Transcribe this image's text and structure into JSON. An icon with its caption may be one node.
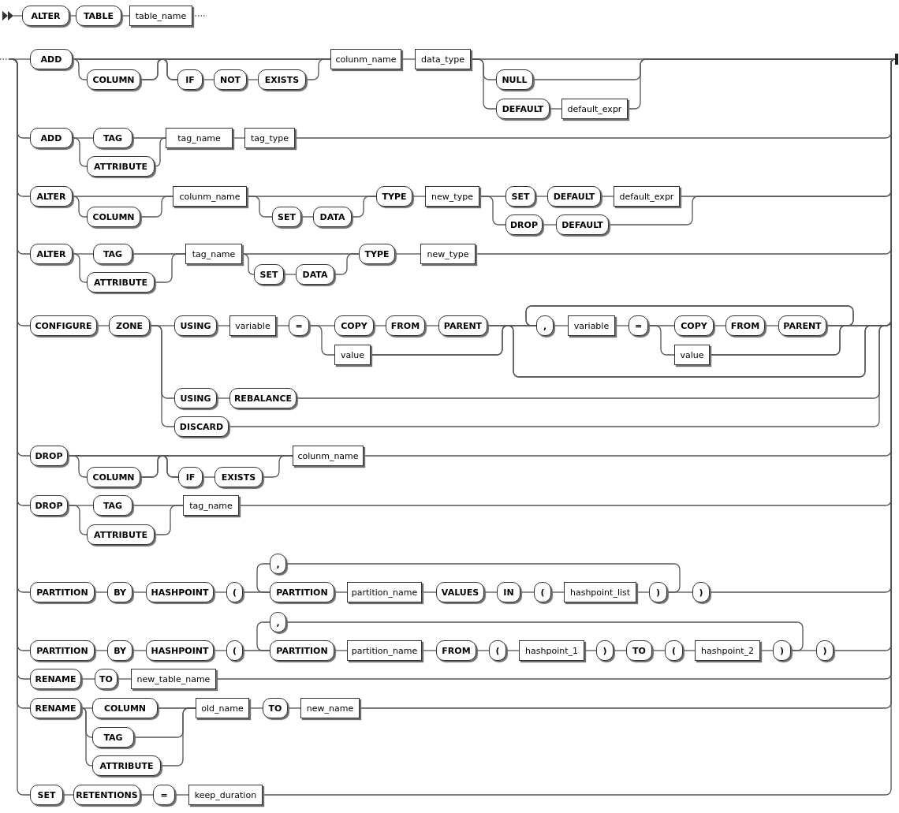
{
  "diagram": {
    "nodes": [
      {
        "text": [],
        "shape": "triangle"
      },
      {
        "text": [
          "ALTER"
        ]
      },
      {
        "text": [
          "TABLE"
        ]
      },
      {
        "text": [
          "table_name"
        ]
      },
      {
        "text": [
          "ADD"
        ]
      },
      {
        "text": [
          "COLUMN"
        ]
      },
      {
        "text": [
          "IF"
        ]
      },
      {
        "text": [
          "NOT"
        ]
      },
      {
        "text": [
          "EXISTS"
        ]
      },
      {
        "text": [
          "colunm_name"
        ]
      },
      {
        "text": [
          "data_type"
        ]
      },
      {
        "text": [
          "NULL"
        ]
      },
      {
        "text": [
          "DEFAULT"
        ]
      },
      {
        "text": [
          "default_expr"
        ]
      },
      {
        "text": [],
        "shape": "bar"
      },
      {
        "text": [
          "ADD"
        ]
      },
      {
        "text": [
          "TAG"
        ]
      },
      {
        "text": [
          "ATTRIBUTE"
        ]
      },
      {
        "text": [
          "tag_name"
        ]
      },
      {
        "text": [
          "tag_type"
        ]
      },
      {
        "text": [
          "ALTER"
        ]
      },
      {
        "text": [
          "COLUMN"
        ]
      },
      {
        "text": [
          "colunm_name"
        ]
      },
      {
        "text": [
          "SET"
        ]
      },
      {
        "text": [
          "DATA"
        ]
      },
      {
        "text": [
          "TYPE"
        ]
      },
      {
        "text": [
          "new_type"
        ]
      },
      {
        "text": [
          "SET"
        ]
      },
      {
        "text": [
          "DEFAULT"
        ]
      },
      {
        "text": [
          "default_expr"
        ]
      },
      {
        "text": [
          "DROP"
        ]
      },
      {
        "text": [
          "DEFAULT"
        ]
      },
      {
        "text": [
          "ALTER"
        ]
      },
      {
        "text": [
          "TAG"
        ]
      },
      {
        "text": [
          "ATTRIBUTE"
        ]
      },
      {
        "text": [
          "tag_name"
        ]
      },
      {
        "text": [
          "SET"
        ]
      },
      {
        "text": [
          "DATA"
        ]
      },
      {
        "text": [
          "TYPE"
        ]
      },
      {
        "text": [
          "new_type"
        ]
      },
      {
        "text": [
          "CONFIGURE"
        ]
      },
      {
        "text": [
          "ZONE"
        ]
      },
      {
        "text": [
          "USING"
        ]
      },
      {
        "text": [
          "variable"
        ]
      },
      {
        "text": [
          "="
        ]
      },
      {
        "text": [
          "COPY"
        ]
      },
      {
        "text": [
          "FROM"
        ]
      },
      {
        "text": [
          "PARENT"
        ]
      },
      {
        "text": [
          "value"
        ]
      },
      {
        "text": [
          ","
        ]
      },
      {
        "text": [
          "variable"
        ]
      },
      {
        "text": [
          "="
        ]
      },
      {
        "text": [
          "COPY"
        ]
      },
      {
        "text": [
          "FROM"
        ]
      },
      {
        "text": [
          "PARENT"
        ]
      },
      {
        "text": [
          "value"
        ]
      },
      {
        "text": [
          "USING"
        ]
      },
      {
        "text": [
          "REBALANCE"
        ]
      },
      {
        "text": [
          "DISCARD"
        ]
      },
      {
        "text": [
          "DROP"
        ]
      },
      {
        "text": [
          "COLUMN"
        ]
      },
      {
        "text": [
          "IF"
        ]
      },
      {
        "text": [
          "EXISTS"
        ]
      },
      {
        "text": [
          "colunm_name"
        ]
      },
      {
        "text": [
          "DROP"
        ]
      },
      {
        "text": [
          "TAG"
        ]
      },
      {
        "text": [
          "ATTRIBUTE"
        ]
      },
      {
        "text": [
          "tag_name"
        ]
      },
      {
        "text": [
          "PARTITION"
        ]
      },
      {
        "text": [
          "BY"
        ]
      },
      {
        "text": [
          "HASHPOINT"
        ]
      },
      {
        "text": [
          "("
        ]
      },
      {
        "text": [
          ","
        ]
      },
      {
        "text": [
          "PARTITION"
        ]
      },
      {
        "text": [
          "partition_name"
        ]
      },
      {
        "text": [
          "VALUES"
        ]
      },
      {
        "text": [
          "IN"
        ]
      },
      {
        "text": [
          "("
        ]
      },
      {
        "text": [
          "hashpoint_list"
        ]
      },
      {
        "text": [
          ")"
        ]
      },
      {
        "text": [
          ")"
        ]
      },
      {
        "text": [
          "PARTITION"
        ]
      },
      {
        "text": [
          "BY"
        ]
      },
      {
        "text": [
          "HASHPOINT"
        ]
      },
      {
        "text": [
          "("
        ]
      },
      {
        "text": [
          ","
        ]
      },
      {
        "text": [
          "PARTITION"
        ]
      },
      {
        "text": [
          "partition_name"
        ]
      },
      {
        "text": [
          "FROM"
        ]
      },
      {
        "text": [
          "("
        ]
      },
      {
        "text": [
          "hashpoint_1"
        ]
      },
      {
        "text": [
          ")"
        ]
      },
      {
        "text": [
          "TO"
        ]
      },
      {
        "text": [
          "("
        ]
      },
      {
        "text": [
          "hashpoint_2"
        ]
      },
      {
        "text": [
          ")"
        ]
      },
      {
        "text": [
          ")"
        ]
      },
      {
        "text": [
          "RENAME"
        ]
      },
      {
        "text": [
          "TO"
        ]
      },
      {
        "text": [
          "new_table_name"
        ]
      },
      {
        "text": [
          "RENAME"
        ]
      },
      {
        "text": [
          "COLUMN"
        ]
      },
      {
        "text": [
          "TAG"
        ]
      },
      {
        "text": [
          "ATTRIBUTE"
        ]
      },
      {
        "text": [
          "old_name"
        ]
      },
      {
        "text": [
          "TO"
        ]
      },
      {
        "text": [
          "new_name"
        ]
      },
      {
        "text": [
          "SET"
        ]
      },
      {
        "text": [
          "RETENTIONS"
        ]
      },
      {
        "text": [
          "="
        ]
      },
      {
        "text": [
          "keep_duration"
        ]
      }
    ],
    "edges": [
      {
        "from": 0,
        "to": 1,
        "arrow": "none"
      },
      {
        "from": 1,
        "to": 2,
        "arrow": "none"
      },
      {
        "from": 2,
        "to": 3,
        "arrow": "none"
      },
      {
        "from": 3,
        "to": null,
        "arrow": "none",
        "style": "dashed"
      },
      {
        "from": null,
        "to": 4,
        "arrow": "none"
      },
      {
        "from": null,
        "to": 15,
        "arrow": "none"
      },
      {
        "from": null,
        "to": 20,
        "arrow": "none"
      },
      {
        "from": null,
        "to": 32,
        "arrow": "none"
      },
      {
        "from": null,
        "to": 40,
        "arrow": "none"
      },
      {
        "from": null,
        "to": 59,
        "arrow": "none"
      },
      {
        "from": null,
        "to": 64,
        "arrow": "none"
      },
      {
        "from": null,
        "to": 68,
        "arrow": "none"
      },
      {
        "from": null,
        "to": 81,
        "arrow": "none"
      },
      {
        "from": null,
        "to": 97,
        "arrow": "none"
      },
      {
        "from": null,
        "to": 100,
        "arrow": "none"
      },
      {
        "from": null,
        "to": 107,
        "arrow": "none"
      },
      {
        "from": 4,
        "to": 5,
        "arrow": "none"
      },
      {
        "from": 4,
        "to": 6,
        "arrow": "none"
      },
      {
        "from": 4,
        "to": 9,
        "arrow": "none"
      },
      {
        "from": 5,
        "to": 6,
        "arrow": "none"
      },
      {
        "from": 5,
        "to": 9,
        "arrow": "none"
      },
      {
        "from": 6,
        "to": 7,
        "arrow": "none"
      },
      {
        "from": 7,
        "to": 8,
        "arrow": "none"
      },
      {
        "from": 8,
        "to": 9,
        "arrow": "none"
      },
      {
        "from": 9,
        "to": 10,
        "arrow": "none"
      },
      {
        "from": 10,
        "to": 11,
        "arrow": "none"
      },
      {
        "from": 10,
        "to": 12,
        "arrow": "none"
      },
      {
        "from": 10,
        "to": 14,
        "arrow": "none"
      },
      {
        "from": 11,
        "to": 14,
        "arrow": "none"
      },
      {
        "from": 12,
        "to": 13,
        "arrow": "none"
      },
      {
        "from": 13,
        "to": 14,
        "arrow": "none"
      },
      {
        "from": 15,
        "to": 16,
        "arrow": "none"
      },
      {
        "from": 15,
        "to": 17,
        "arrow": "none"
      },
      {
        "from": 16,
        "to": 18,
        "arrow": "none"
      },
      {
        "from": 17,
        "to": 18,
        "arrow": "none"
      },
      {
        "from": 18,
        "to": 19,
        "arrow": "none"
      },
      {
        "from": 19,
        "to": 14,
        "arrow": "none"
      },
      {
        "from": 20,
        "to": 21,
        "arrow": "none"
      },
      {
        "from": 20,
        "to": 22,
        "arrow": "none"
      },
      {
        "from": 21,
        "to": 22,
        "arrow": "none"
      },
      {
        "from": 22,
        "to": 23,
        "arrow": "none"
      },
      {
        "from": 22,
        "to": 25,
        "arrow": "none"
      },
      {
        "from": 23,
        "to": 24,
        "arrow": "none"
      },
      {
        "from": 24,
        "to": 25,
        "arrow": "none"
      },
      {
        "from": 25,
        "to": 26,
        "arrow": "none"
      },
      {
        "from": 26,
        "to": 27,
        "arrow": "none"
      },
      {
        "from": 26,
        "to": 30,
        "arrow": "none"
      },
      {
        "from": 27,
        "to": 28,
        "arrow": "none"
      },
      {
        "from": 28,
        "to": 29,
        "arrow": "none"
      },
      {
        "from": 29,
        "to": 14,
        "arrow": "none"
      },
      {
        "from": 30,
        "to": 31,
        "arrow": "none"
      },
      {
        "from": 31,
        "to": 14,
        "arrow": "none"
      },
      {
        "from": 32,
        "to": 33,
        "arrow": "none"
      },
      {
        "from": 32,
        "to": 34,
        "arrow": "none"
      },
      {
        "from": 33,
        "to": 35,
        "arrow": "none"
      },
      {
        "from": 34,
        "to": 35,
        "arrow": "none"
      },
      {
        "from": 35,
        "to": 36,
        "arrow": "none"
      },
      {
        "from": 35,
        "to": 38,
        "arrow": "none"
      },
      {
        "from": 36,
        "to": 37,
        "arrow": "none"
      },
      {
        "from": 37,
        "to": 38,
        "arrow": "none"
      },
      {
        "from": 38,
        "to": 39,
        "arrow": "none"
      },
      {
        "from": 39,
        "to": 14,
        "arrow": "none"
      },
      {
        "from": 40,
        "to": 41,
        "arrow": "none"
      },
      {
        "from": 41,
        "to": 42,
        "arrow": "none"
      },
      {
        "from": 41,
        "to": 56,
        "arrow": "none"
      },
      {
        "from": 41,
        "to": 58,
        "arrow": "none"
      },
      {
        "from": 42,
        "to": 43,
        "arrow": "none"
      },
      {
        "from": 43,
        "to": 44,
        "arrow": "none"
      },
      {
        "from": 44,
        "to": 45,
        "arrow": "none"
      },
      {
        "from": 44,
        "to": 48,
        "arrow": "none"
      },
      {
        "from": 45,
        "to": 46,
        "arrow": "none"
      },
      {
        "from": 46,
        "to": 47,
        "arrow": "none"
      },
      {
        "from": 47,
        "to": 49,
        "arrow": "none"
      },
      {
        "from": 47,
        "to": 14,
        "arrow": "none"
      },
      {
        "from": 48,
        "to": 49,
        "arrow": "none"
      },
      {
        "from": 48,
        "to": 14,
        "arrow": "none"
      },
      {
        "from": 49,
        "to": 50,
        "arrow": "none"
      },
      {
        "from": 50,
        "to": 51,
        "arrow": "none"
      },
      {
        "from": 51,
        "to": 52,
        "arrow": "none"
      },
      {
        "from": 51,
        "to": 55,
        "arrow": "none"
      },
      {
        "from": 52,
        "to": 53,
        "arrow": "none"
      },
      {
        "from": 53,
        "to": 54,
        "arrow": "none"
      },
      {
        "from": 54,
        "to": 49,
        "arrow": "none"
      },
      {
        "from": 54,
        "to": 14,
        "arrow": "none"
      },
      {
        "from": 55,
        "to": 49,
        "arrow": "none"
      },
      {
        "from": 55,
        "to": 14,
        "arrow": "none"
      },
      {
        "from": 56,
        "to": 57,
        "arrow": "none"
      },
      {
        "from": 57,
        "to": 14,
        "arrow": "none"
      },
      {
        "from": 58,
        "to": 14,
        "arrow": "none"
      },
      {
        "from": 59,
        "to": 60,
        "arrow": "none"
      },
      {
        "from": 59,
        "to": 61,
        "arrow": "none"
      },
      {
        "from": 59,
        "to": 63,
        "arrow": "none"
      },
      {
        "from": 60,
        "to": 61,
        "arrow": "none"
      },
      {
        "from": 60,
        "to": 63,
        "arrow": "none"
      },
      {
        "from": 61,
        "to": 62,
        "arrow": "none"
      },
      {
        "from": 62,
        "to": 63,
        "arrow": "none"
      },
      {
        "from": 63,
        "to": 14,
        "arrow": "none"
      },
      {
        "from": 64,
        "to": 65,
        "arrow": "none"
      },
      {
        "from": 64,
        "to": 66,
        "arrow": "none"
      },
      {
        "from": 65,
        "to": 67,
        "arrow": "none"
      },
      {
        "from": 66,
        "to": 67,
        "arrow": "none"
      },
      {
        "from": 67,
        "to": 14,
        "arrow": "none"
      },
      {
        "from": 68,
        "to": 69,
        "arrow": "none"
      },
      {
        "from": 69,
        "to": 70,
        "arrow": "none"
      },
      {
        "from": 70,
        "to": 71,
        "arrow": "none"
      },
      {
        "from": 71,
        "to": 73,
        "arrow": "none"
      },
      {
        "from": 73,
        "to": 74,
        "arrow": "none"
      },
      {
        "from": 74,
        "to": 75,
        "arrow": "none"
      },
      {
        "from": 75,
        "to": 76,
        "arrow": "none"
      },
      {
        "from": 76,
        "to": 77,
        "arrow": "none"
      },
      {
        "from": 77,
        "to": 78,
        "arrow": "none"
      },
      {
        "from": 78,
        "to": 79,
        "arrow": "none"
      },
      {
        "from": 79,
        "to": 80,
        "arrow": "none"
      },
      {
        "from": 79,
        "to": 72,
        "arrow": "none"
      },
      {
        "from": 72,
        "to": 73,
        "arrow": "none"
      },
      {
        "from": 80,
        "to": 14,
        "arrow": "none"
      },
      {
        "from": 81,
        "to": 82,
        "arrow": "none"
      },
      {
        "from": 82,
        "to": 83,
        "arrow": "none"
      },
      {
        "from": 83,
        "to": 84,
        "arrow": "none"
      },
      {
        "from": 84,
        "to": 86,
        "arrow": "none"
      },
      {
        "from": 86,
        "to": 87,
        "arrow": "none"
      },
      {
        "from": 87,
        "to": 88,
        "arrow": "none"
      },
      {
        "from": 88,
        "to": 89,
        "arrow": "none"
      },
      {
        "from": 89,
        "to": 90,
        "arrow": "none"
      },
      {
        "from": 90,
        "to": 91,
        "arrow": "none"
      },
      {
        "from": 91,
        "to": 92,
        "arrow": "none"
      },
      {
        "from": 92,
        "to": 93,
        "arrow": "none"
      },
      {
        "from": 93,
        "to": 94,
        "arrow": "none"
      },
      {
        "from": 94,
        "to": 95,
        "arrow": "none"
      },
      {
        "from": 95,
        "to": 96,
        "arrow": "none"
      },
      {
        "from": 95,
        "to": 85,
        "arrow": "none"
      },
      {
        "from": 85,
        "to": 86,
        "arrow": "none"
      },
      {
        "from": 96,
        "to": 14,
        "arrow": "none"
      },
      {
        "from": 97,
        "to": 98,
        "arrow": "none"
      },
      {
        "from": 98,
        "to": 99,
        "arrow": "none"
      },
      {
        "from": 99,
        "to": 14,
        "arrow": "none"
      },
      {
        "from": 100,
        "to": 101,
        "arrow": "none"
      },
      {
        "from": 100,
        "to": 102,
        "arrow": "none"
      },
      {
        "from": 100,
        "to": 103,
        "arrow": "none"
      },
      {
        "from": 101,
        "to": 104,
        "arrow": "none"
      },
      {
        "from": 102,
        "to": 104,
        "arrow": "none"
      },
      {
        "from": 103,
        "to": 104,
        "arrow": "none"
      },
      {
        "from": 104,
        "to": 105,
        "arrow": "none"
      },
      {
        "from": 105,
        "to": 106,
        "arrow": "none"
      },
      {
        "from": 106,
        "to": 14,
        "arrow": "none"
      },
      {
        "from": 107,
        "to": 108,
        "arrow": "none"
      },
      {
        "from": 108,
        "to": 109,
        "arrow": "none"
      },
      {
        "from": 109,
        "to": 110,
        "arrow": "none"
      },
      {
        "from": 110,
        "to": 14,
        "arrow": "none"
      }
    ]
  }
}
